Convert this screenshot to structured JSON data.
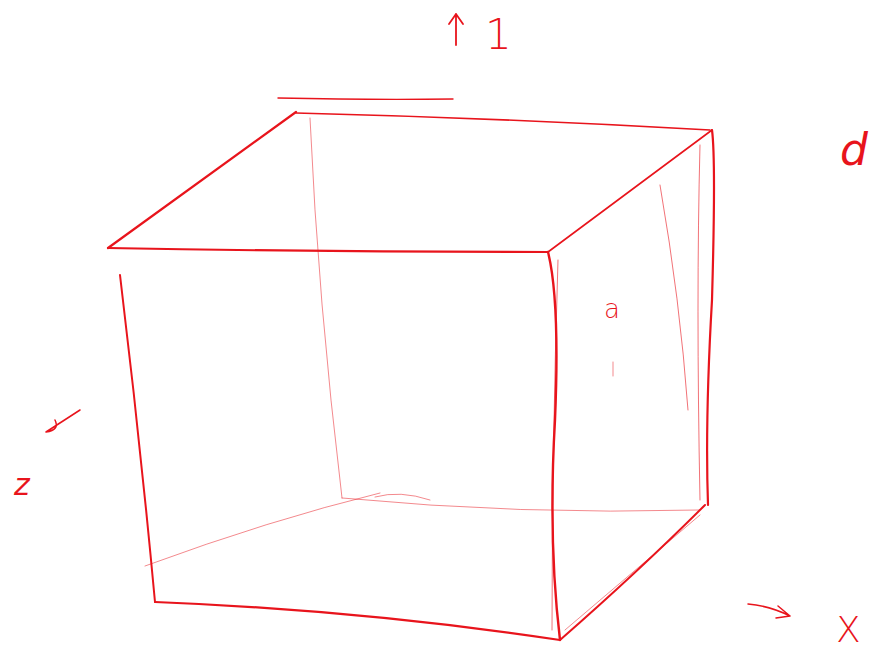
{
  "diagram": {
    "labels": [
      "1",
      "d",
      "a",
      "z",
      "X"
    ]
  }
}
